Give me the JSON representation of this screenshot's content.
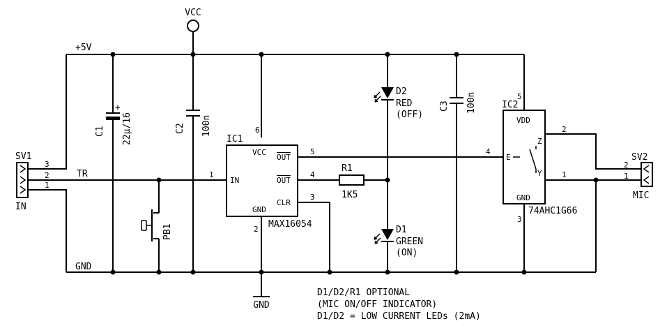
{
  "nets": {
    "vcc": "VCC",
    "plus5v": "+5V",
    "gnd_rail": "GND",
    "gnd_symbol": "GND",
    "tr": "TR"
  },
  "sv1": {
    "name": "SV1",
    "label": "IN",
    "pins": [
      "3",
      "2",
      "1"
    ]
  },
  "sv2": {
    "name": "SV2",
    "label": "MIC",
    "pins": [
      "2",
      "1"
    ]
  },
  "c1": {
    "name": "C1",
    "value": "22µ/16",
    "polarity": "+"
  },
  "c2": {
    "name": "C2",
    "value": "100n"
  },
  "c3": {
    "name": "C3",
    "value": "100n"
  },
  "pb1": {
    "name": "PB1"
  },
  "ic1": {
    "name": "IC1",
    "part": "MAX16054",
    "pins": {
      "vcc": "VCC",
      "in": "IN",
      "out": "OUT",
      "outbar": "OUT",
      "gnd": "GND",
      "clr": "CLR"
    },
    "pin_numbers": {
      "vcc": "6",
      "in": "1",
      "out": "5",
      "outbar": "4",
      "gnd": "2",
      "clr": "3"
    }
  },
  "r1": {
    "name": "R1",
    "value": "1K5"
  },
  "d1": {
    "name": "D1",
    "color": "GREEN",
    "state": "(ON)"
  },
  "d2": {
    "name": "D2",
    "color": "RED",
    "state": "(OFF)"
  },
  "ic2": {
    "name": "IC2",
    "part": "74AHC1G66",
    "pins": {
      "vdd": "VDD",
      "gnd": "GND",
      "e": "E",
      "z": "Z",
      "y": "Y"
    },
    "pin_numbers": {
      "vdd": "5",
      "gnd": "3",
      "e": "4",
      "z": "2",
      "y": "1"
    }
  },
  "notes": [
    "D1/D2/R1 OPTIONAL",
    "(MIC ON/OFF INDICATOR)",
    "D1/D2 = LOW CURRENT LEDs (2mA)"
  ]
}
